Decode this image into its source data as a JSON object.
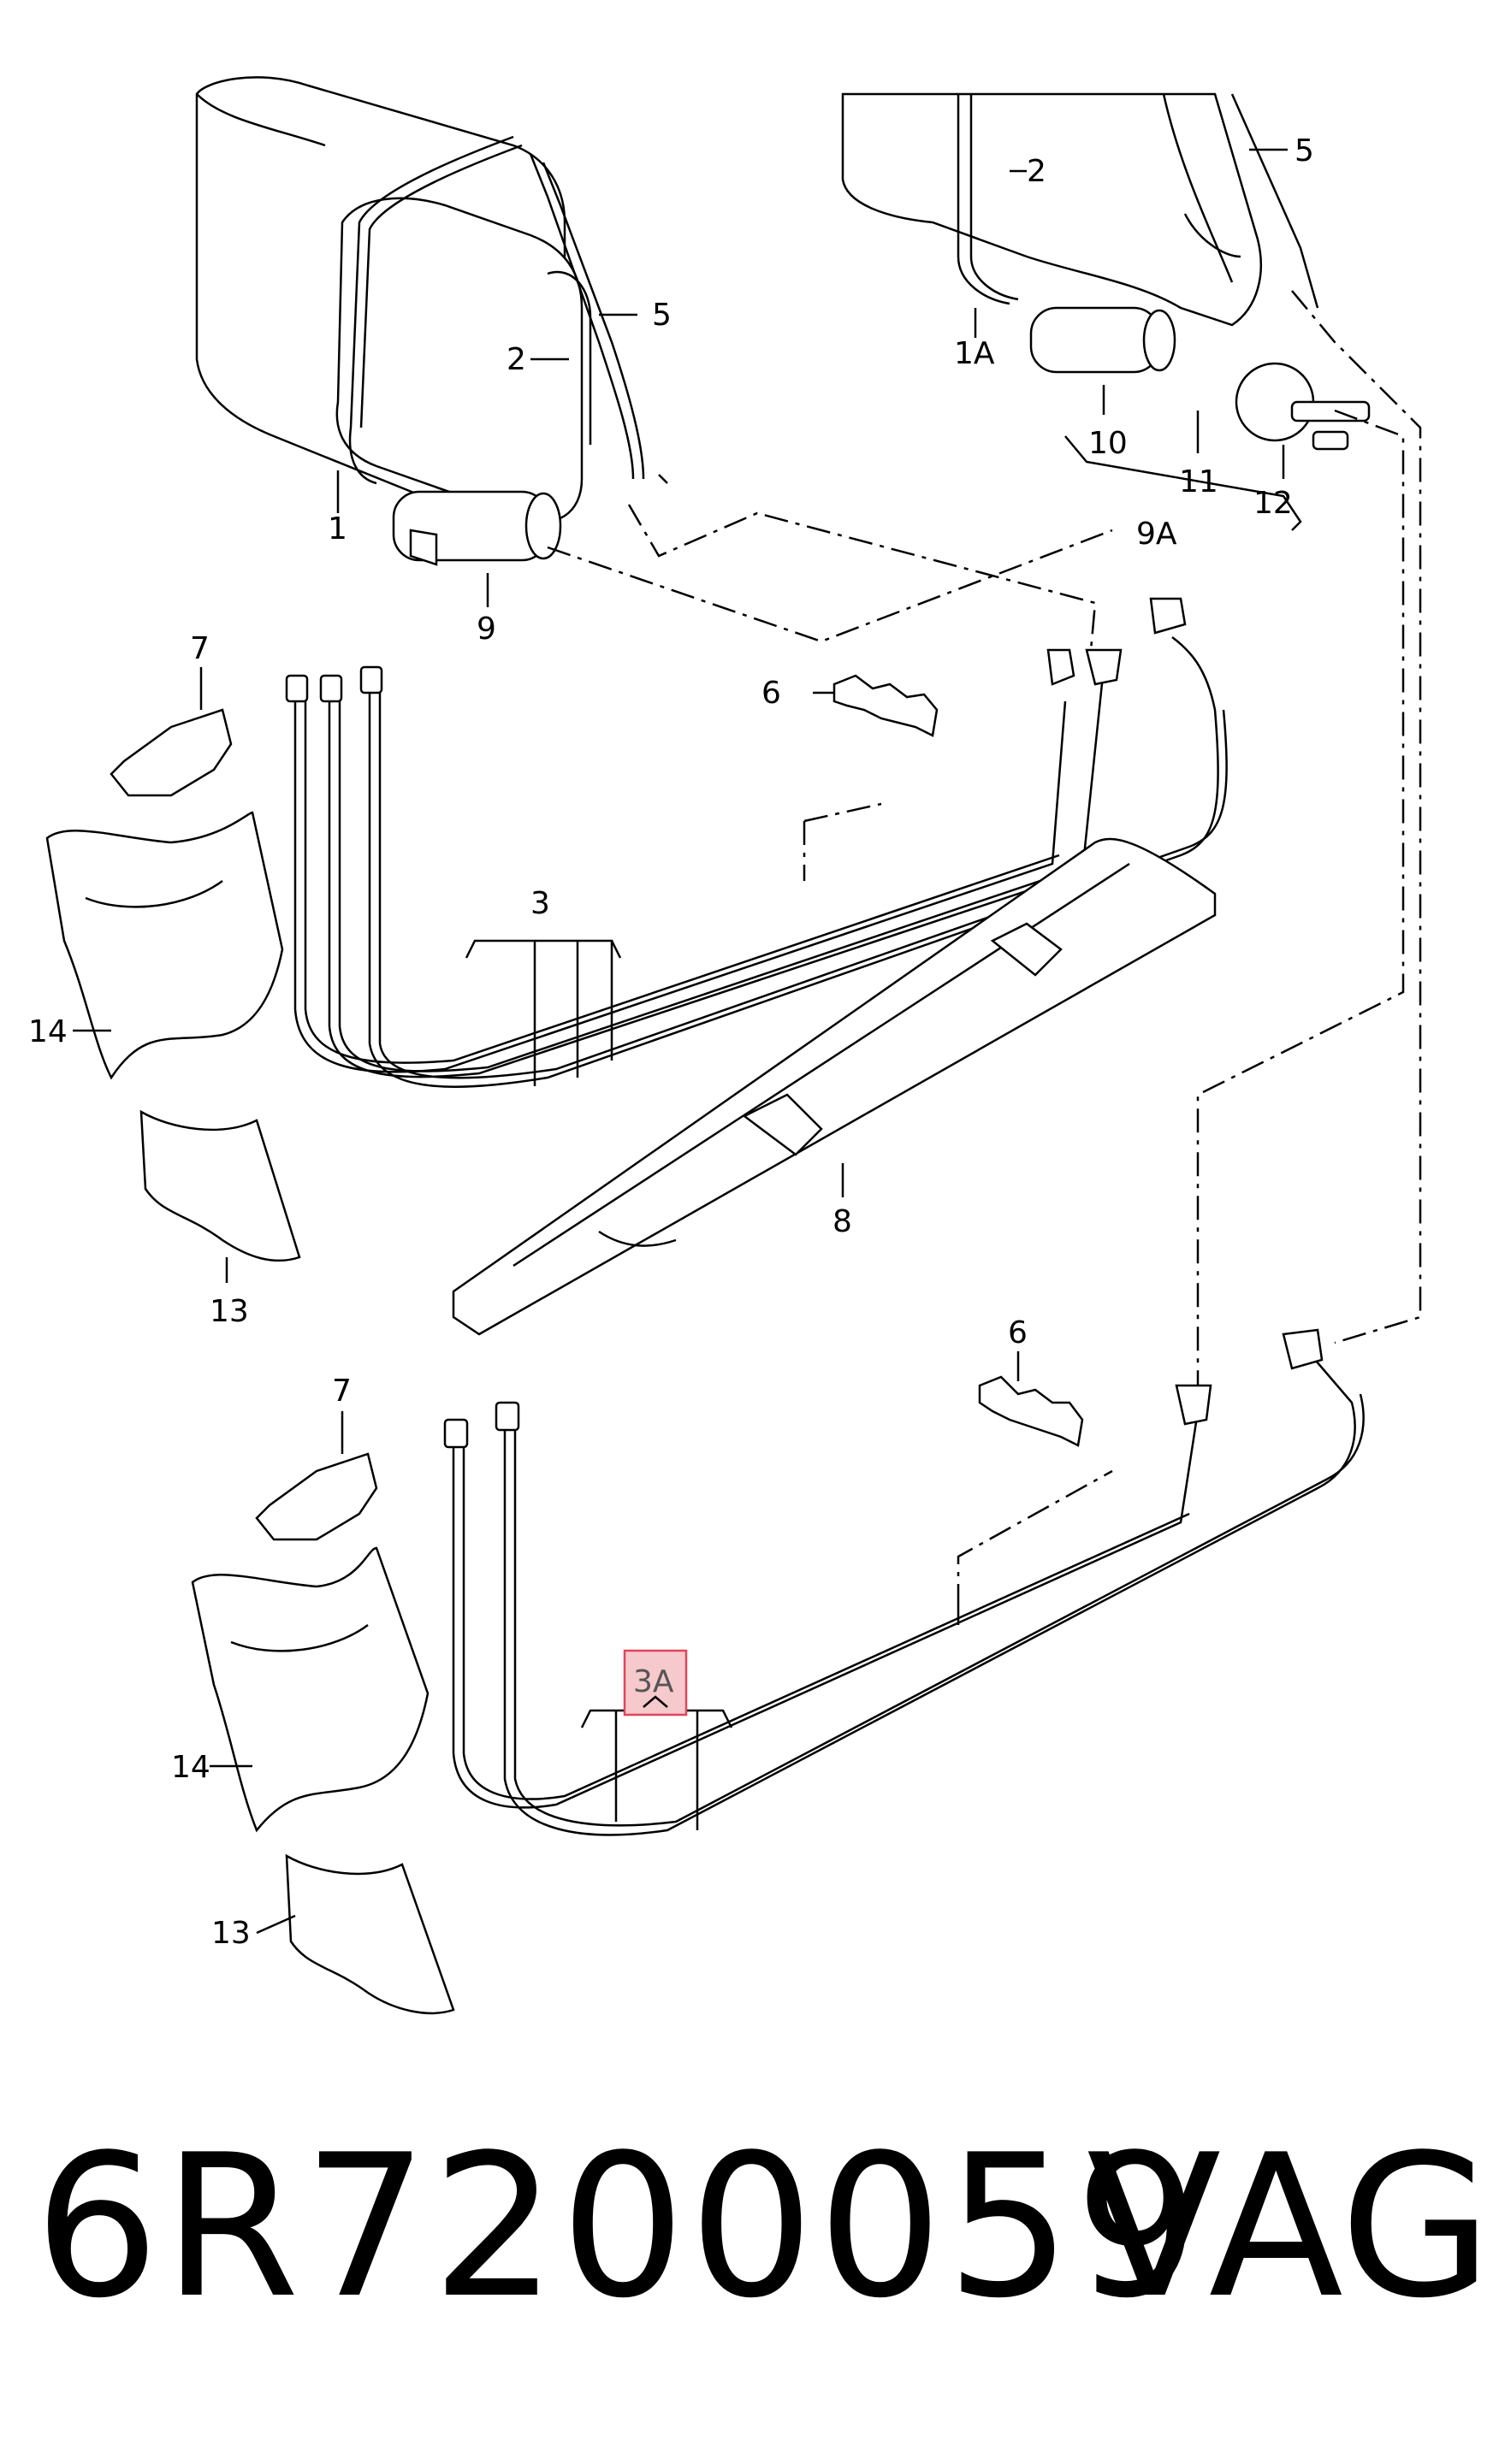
{
  "diagram": {
    "callouts": {
      "c1": "1",
      "c1a": "1A",
      "c2_left": "2",
      "c2_right": "2",
      "c3": "3",
      "c3a": "3A",
      "c5_left": "5",
      "c5_right": "5",
      "c6_top": "6",
      "c6_bottom": "6",
      "c7_top": "7",
      "c7_bottom": "7",
      "c8": "8",
      "c9": "9",
      "c9a": "9A",
      "c10": "10",
      "c11": "11",
      "c12": "12",
      "c13_top": "13",
      "c13_bottom": "13",
      "c14_top": "14",
      "c14_bottom": "14"
    },
    "highlight_color": "#f6c9cc"
  },
  "footer": {
    "part_number": "6R7200059",
    "brand": "VAG"
  }
}
